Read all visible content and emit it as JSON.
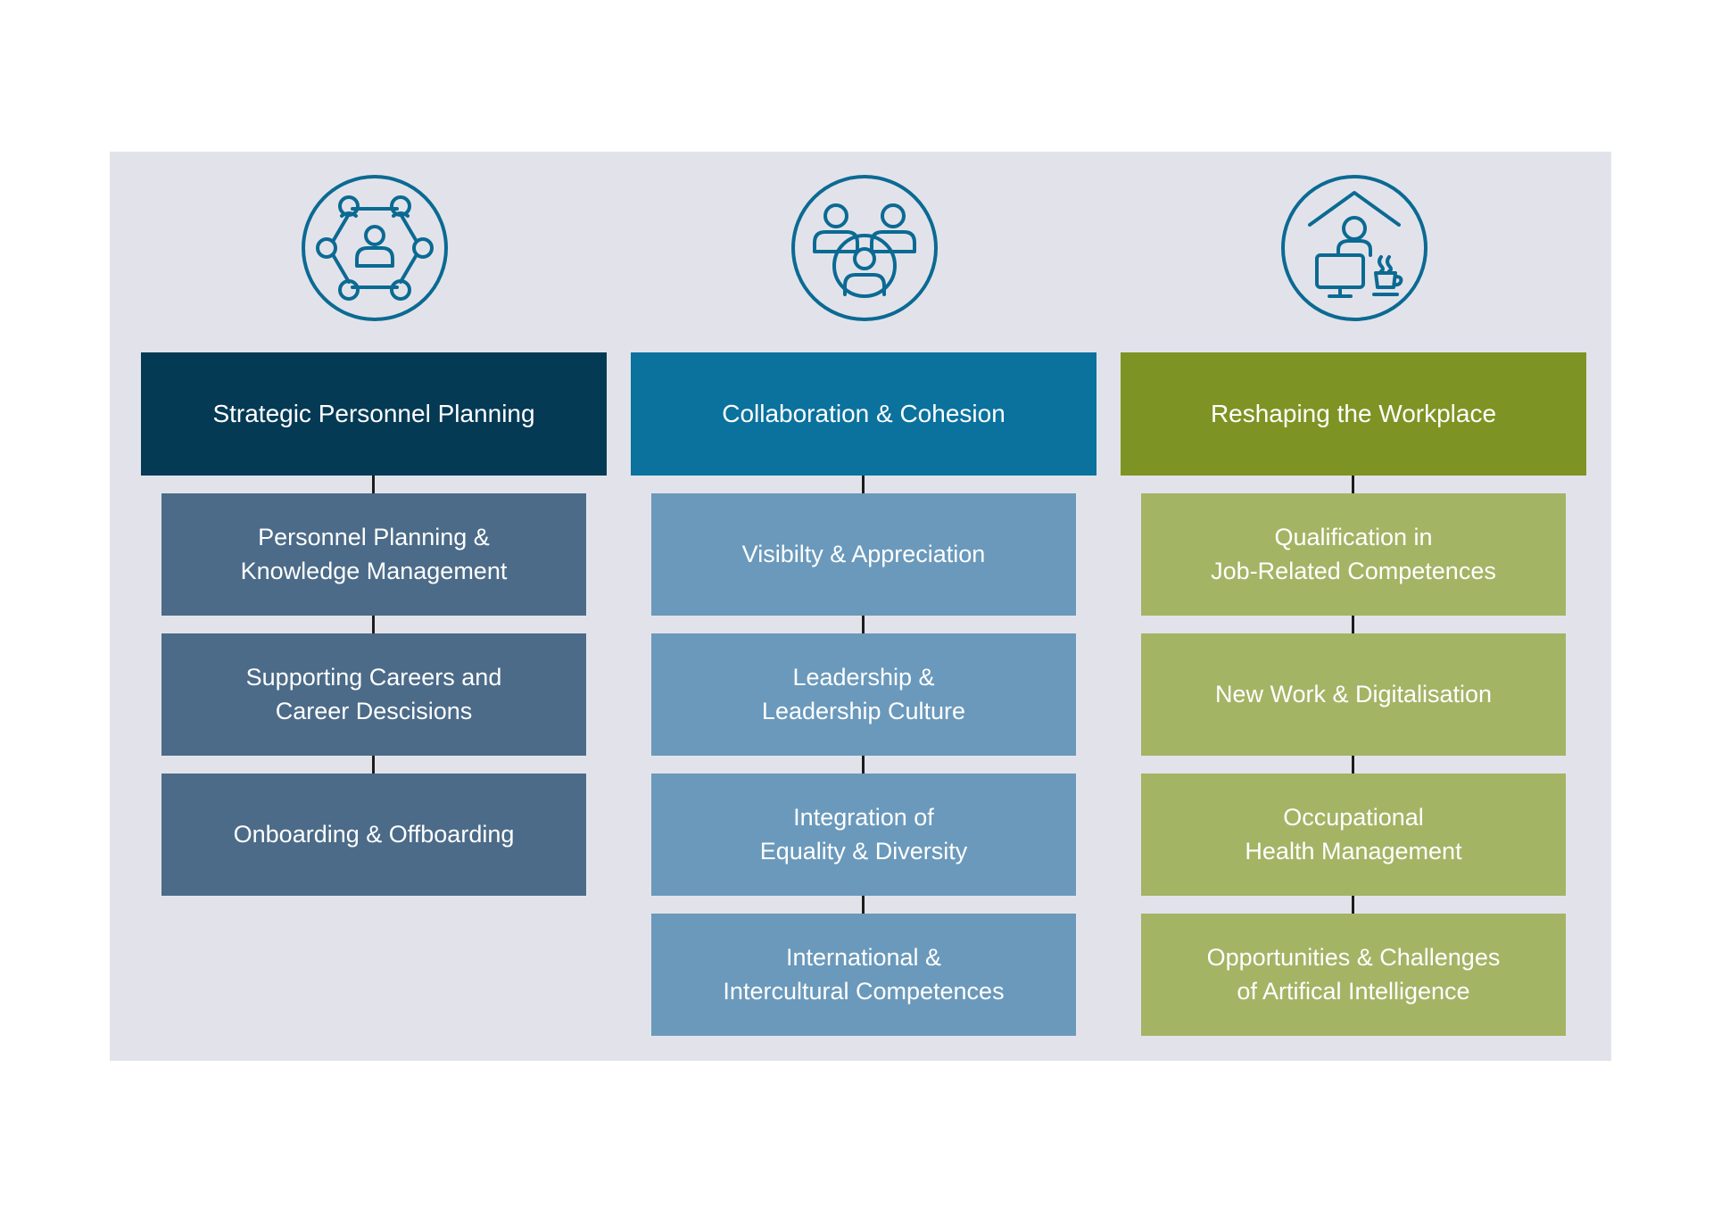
{
  "columns": [
    {
      "icon": "network-people-icon",
      "title": "Strategic Personnel Planning",
      "items": [
        "Personnel Planning &\nKnowledge Management",
        "Supporting Careers and\nCareer Descisions",
        "Onboarding & Offboarding"
      ]
    },
    {
      "icon": "team-collaboration-icon",
      "title": "Collaboration & Cohesion",
      "items": [
        "Visibilty & Appreciation",
        "Leadership &\nLeadership Culture",
        "Integration of\nEquality & Diversity",
        "International &\nIntercultural Competences"
      ]
    },
    {
      "icon": "home-office-icon",
      "title": "Reshaping the Workplace",
      "items": [
        "Qualification in\nJob-Related Competences",
        "New Work & Digitalisation",
        "Occupational\nHealth Management",
        "Opportunities & Challenges\nof Artifical Intelligence"
      ]
    }
  ],
  "colors": {
    "panel_background": "#e2e3ea",
    "icon_stroke": "#0b6a93",
    "column_1_header": "#053a55",
    "column_1_item": "#4b6b88",
    "column_2_header": "#0b729e",
    "column_2_item": "#6a99bb",
    "column_3_header": "#7d9424",
    "column_3_item": "#a3b465",
    "connector": "#1c1c1c"
  }
}
